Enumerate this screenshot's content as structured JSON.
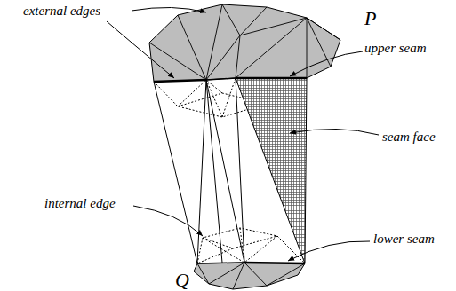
{
  "diagram": {
    "labels": [
      "external edges",
      "P",
      "upper seam",
      "seam face",
      "internal edge",
      "lower seam",
      "Q"
    ]
  }
}
